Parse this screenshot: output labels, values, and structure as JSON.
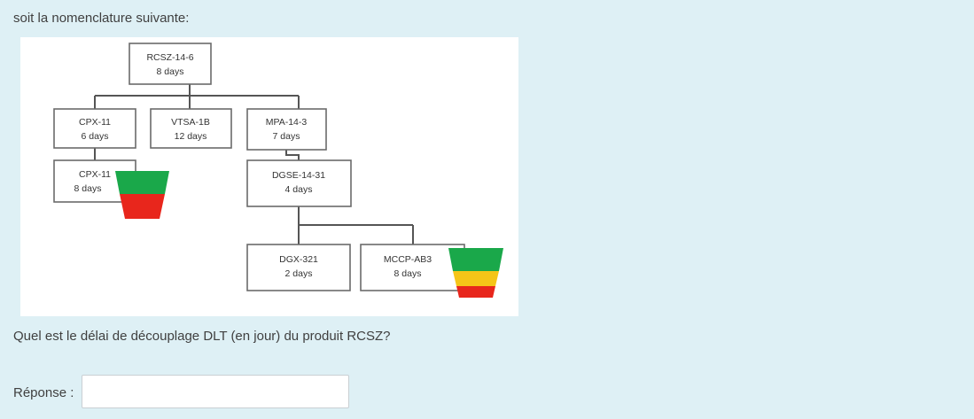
{
  "intro_text": "soit la nomenclature suivante:",
  "tree": {
    "root": {
      "code": "RCSZ-14-6",
      "lead": "8 days"
    },
    "cpx11": {
      "code": "CPX-11",
      "lead": "6 days"
    },
    "vtsa": {
      "code": "VTSA-1B",
      "lead": "12 days"
    },
    "mpa": {
      "code": "MPA-14-3",
      "lead": "7 days"
    },
    "cpx11_child": {
      "code": "CPX-11",
      "lead": "8 days"
    },
    "dgse": {
      "code": "DGSE-14-31",
      "lead": "4 days"
    },
    "dgx": {
      "code": "DGX-321",
      "lead": "2 days"
    },
    "mccp": {
      "code": "MCCP-AB3",
      "lead": "8 days"
    }
  },
  "buffers": {
    "green": "#1aa84a",
    "yellow": "#f5c518",
    "red": "#e8261c"
  },
  "question_text": "Quel est le délai de découplage DLT  (en jour) du produit RCSZ?",
  "answer": {
    "label": "Réponse :",
    "value": ""
  }
}
